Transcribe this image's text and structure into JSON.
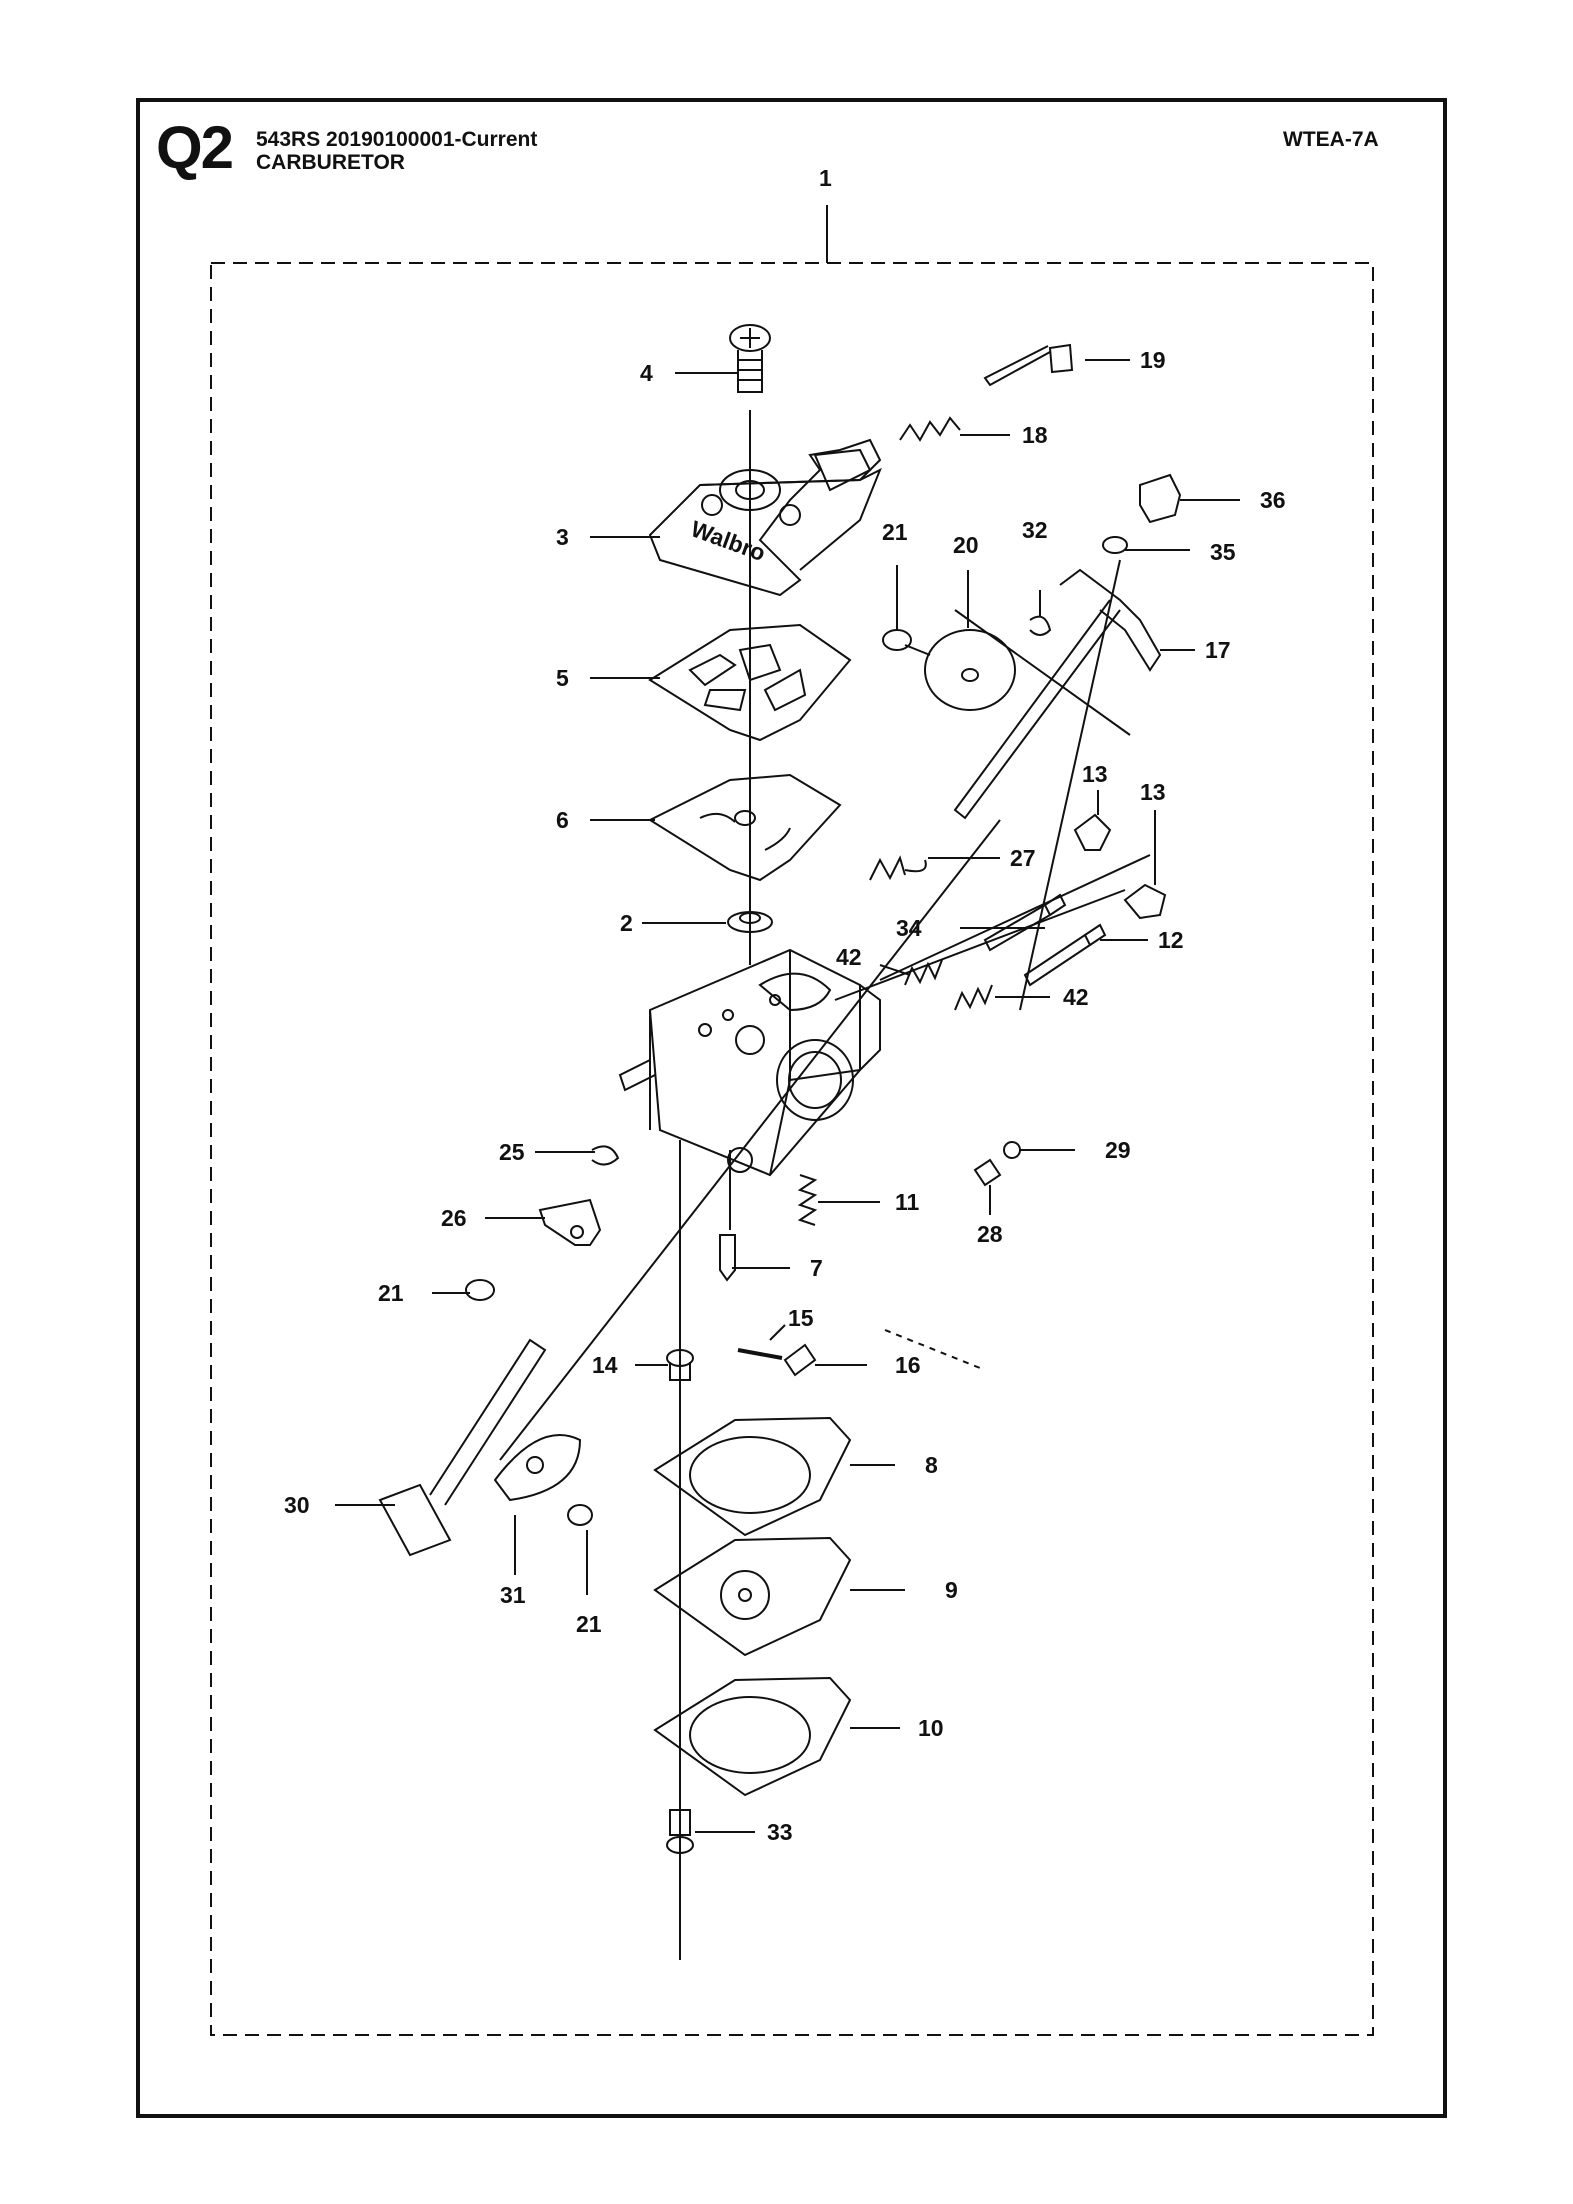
{
  "header": {
    "section": "Q2",
    "model_line": "543RS  20190100001-Current",
    "title": "CARBURETOR",
    "code": "WTEA-7A"
  },
  "callouts": {
    "p1": "1",
    "p2": "2",
    "p3": "3",
    "p4": "4",
    "p5": "5",
    "p6": "6",
    "p7": "7",
    "p8": "8",
    "p9": "9",
    "p10": "10",
    "p11": "11",
    "p12": "12",
    "p13a": "13",
    "p13b": "13",
    "p14": "14",
    "p15": "15",
    "p16": "16",
    "p17": "17",
    "p18": "18",
    "p19": "19",
    "p20": "20",
    "p21a": "21",
    "p21b": "21",
    "p21c": "21",
    "p25": "25",
    "p26": "26",
    "p27": "27",
    "p28": "28",
    "p29": "29",
    "p30": "30",
    "p31": "31",
    "p32": "32",
    "p33": "33",
    "p34": "34",
    "p35": "35",
    "p36": "36",
    "p42a": "42",
    "p42b": "42"
  },
  "brand_marking": "Walbro"
}
